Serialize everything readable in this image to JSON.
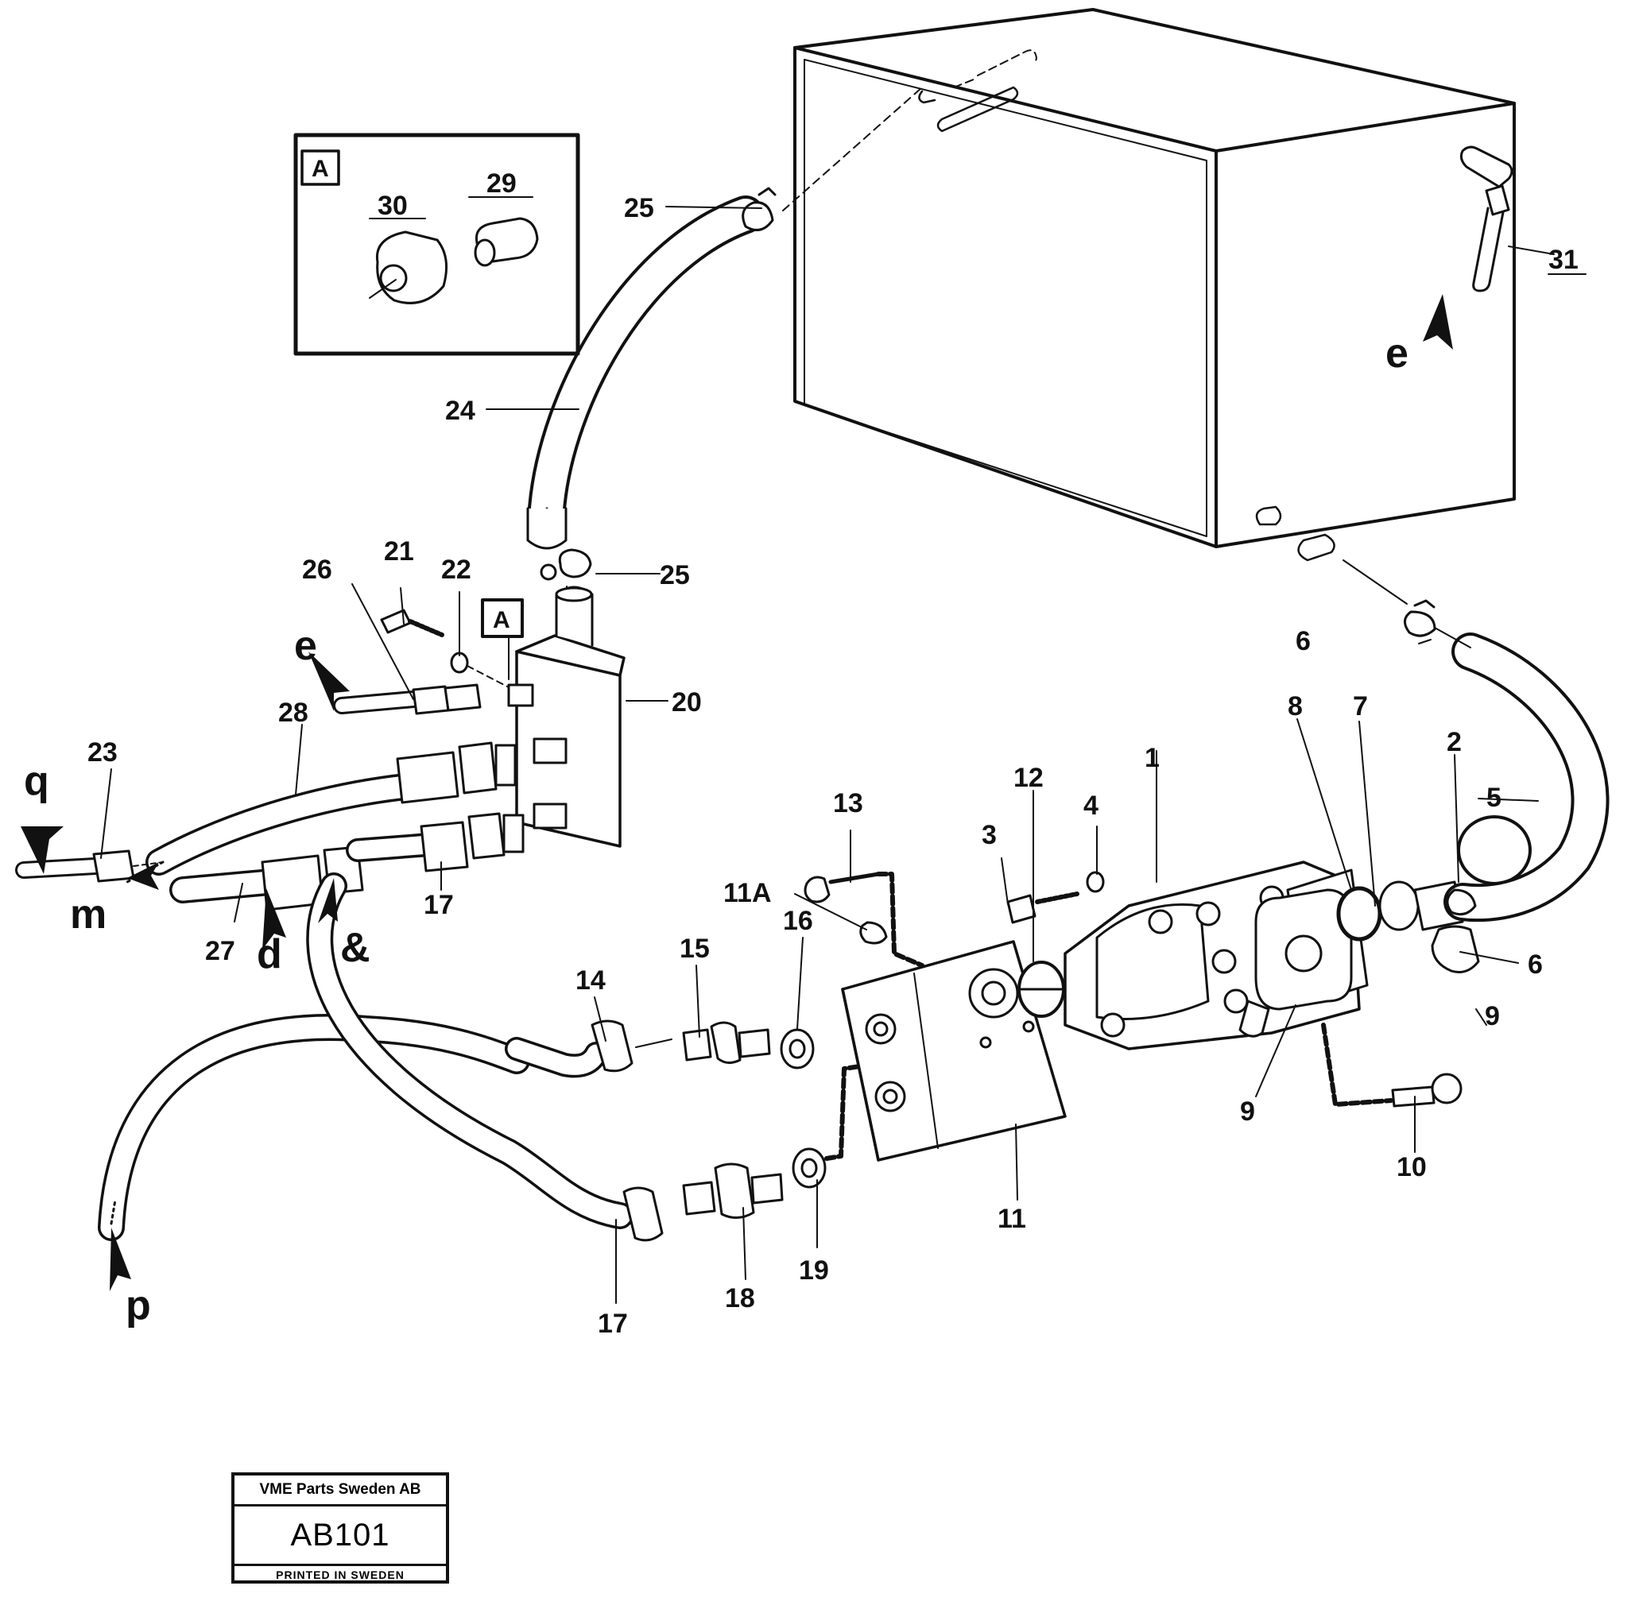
{
  "labels": {
    "l1": "1",
    "l2": "2",
    "l3": "3",
    "l4": "4",
    "l5": "5",
    "l6a": "6",
    "l6b": "6",
    "l7": "7",
    "l8": "8",
    "l9a": "9",
    "l9b": "9",
    "l10": "10",
    "l11": "11",
    "l11a": "11A",
    "l12": "12",
    "l13": "13",
    "l14": "14",
    "l15": "15",
    "l16": "16",
    "l17a": "17",
    "l17b": "17",
    "l18": "18",
    "l19": "19",
    "l20": "20",
    "l21": "21",
    "l22": "22",
    "l23": "23",
    "l24": "24",
    "l25a": "25",
    "l25b": "25",
    "l26": "26",
    "l27": "27",
    "l28": "28",
    "l29": "29",
    "l30": "30",
    "l31": "31"
  },
  "connections": {
    "e_top": "e",
    "e_left": "e",
    "q": "q",
    "m": "m",
    "d": "d",
    "amp": "&",
    "p": "p"
  },
  "detail": {
    "box_label": "A",
    "ref_label": "A"
  },
  "footer": {
    "company": "VME Parts Sweden AB",
    "code": "AB101",
    "printed": "PRINTED IN SWEDEN"
  }
}
